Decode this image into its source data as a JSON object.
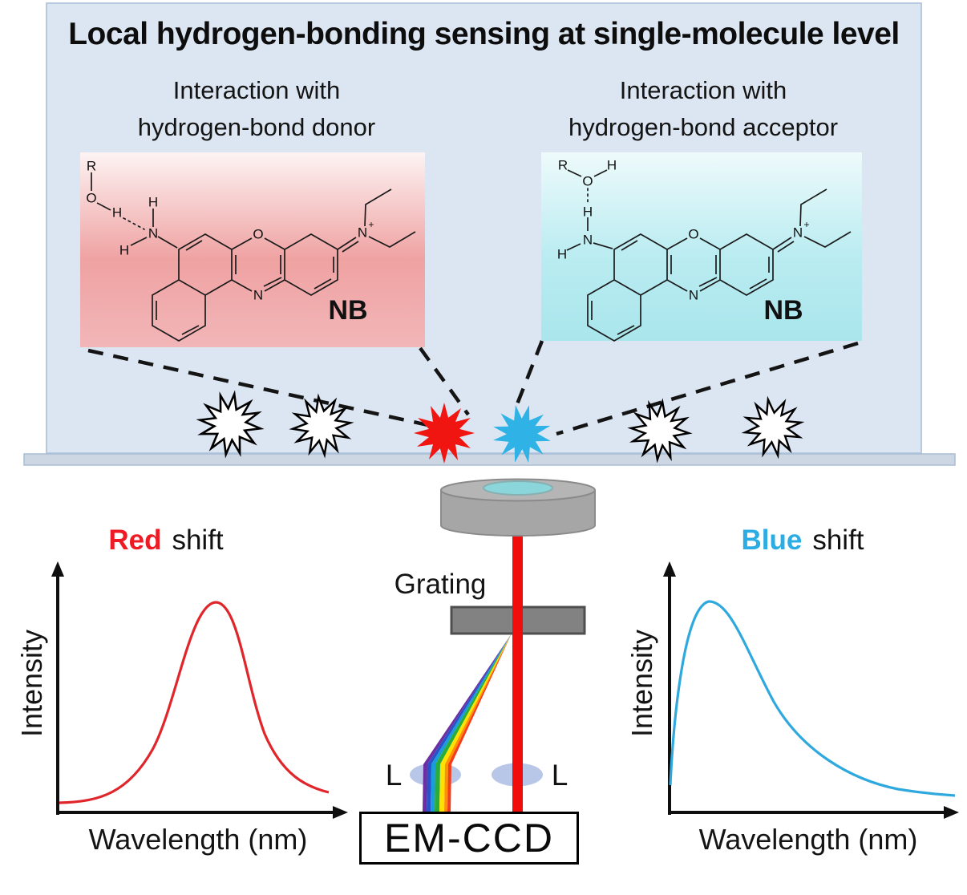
{
  "figure_title": "Local hydrogen-bonding sensing at single-molecule level",
  "headings": {
    "left": [
      "Interaction with",
      "hydrogen-bond donor"
    ],
    "right": [
      "Interaction with",
      "hydrogen-bond acceptor"
    ]
  },
  "molecule_core": {
    "o_ring": "O",
    "n_ring": "N",
    "n_iminium": "N",
    "charge": "+",
    "name": "NB"
  },
  "molecules": {
    "left": {
      "description": "NB dye hydrogen-bonded to donor R-O-H (O-H···N)",
      "atoms": {
        "r": "R",
        "o_water": "O",
        "h_water": "H",
        "h_top": "H",
        "n_amine": "N",
        "h_side": "H"
      }
    },
    "right": {
      "description": "NB dye hydrogen-bonded to acceptor R-O-H (N-H···O)",
      "atoms": {
        "r": "R",
        "h_water": "H",
        "o_water": "O",
        "h_bridge": "H",
        "n_amine": "N",
        "h_side": "H"
      }
    }
  },
  "optics": {
    "grating_label": "Grating",
    "detector_label": "EM-CCD",
    "lens_left_label": "L",
    "lens_right_label": "L"
  },
  "spectra": {
    "left": {
      "shift_word": "Red",
      "shift_rest": "shift",
      "ylabel": "Intensity",
      "xlabel": "Wavelength (nm)"
    },
    "right": {
      "shift_word": "Blue",
      "shift_rest": "shift",
      "ylabel": "Intensity",
      "xlabel": "Wavelength (nm)"
    }
  },
  "chart_data": [
    {
      "type": "line",
      "title": "Red shift",
      "xlabel": "Wavelength (nm)",
      "ylabel": "Intensity",
      "axis_tick_labels": false,
      "grid": false,
      "series": [
        {
          "name": "red-shifted single-molecule emission spectrum",
          "color": "#e0252b",
          "peak_x_fraction": 0.55,
          "shape": "broad near-symmetric peak"
        }
      ]
    },
    {
      "type": "line",
      "title": "Blue shift",
      "xlabel": "Wavelength (nm)",
      "ylabel": "Intensity",
      "axis_tick_labels": false,
      "grid": false,
      "series": [
        {
          "name": "blue-shifted single-molecule emission spectrum",
          "color": "#2fa9dd",
          "peak_x_fraction": 0.14,
          "shape": "steep rise with long right tail"
        }
      ]
    }
  ],
  "decorations": {
    "outline_burst_count": 4,
    "red_burst_count": 1,
    "blue_burst_count": 1
  },
  "colors": {
    "panel_bg": "#dce6f2",
    "panel_border": "#b6c9e0",
    "surface_band": "#cdd6e3",
    "donor_box_mid": "#efa2a2",
    "acceptor_box_mid": "#b4eaf0",
    "red_burst": "#f01511",
    "blue_burst": "#2fb2e5",
    "red_accent": "#ee1b24",
    "blue_accent": "#2bace3",
    "objective_gray": "#a6a6a6",
    "grating_gray": "#828282",
    "lens_fill": "#b8c7e8",
    "laser_red": "#f20d0d"
  }
}
